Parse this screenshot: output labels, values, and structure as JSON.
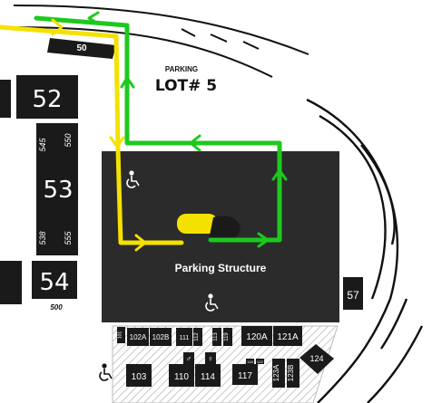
{
  "map": {
    "parking_lot": {
      "title": "PARKING",
      "number": "LOT# 5"
    },
    "structure_label": "Parking Structure",
    "lots": [
      {
        "id": "50"
      },
      {
        "id": "52"
      },
      {
        "id": "53",
        "side_numbers": [
          "545",
          "550",
          "538",
          "555"
        ]
      },
      {
        "id": "54",
        "sub_label": "500"
      },
      {
        "id": "57"
      }
    ],
    "rooms": [
      "101",
      "102A",
      "102B",
      "111",
      "112",
      "113",
      "119",
      "120A",
      "121A",
      "124",
      "103",
      "110",
      "114",
      "117",
      "118",
      "122",
      "123A",
      "123B"
    ],
    "icons": [
      "accessible-parking-icon",
      "restroom-icon"
    ],
    "routes": {
      "yellow_route_color": "#f5e100",
      "green_route_color": "#1ec81e",
      "structure_color": "#2b2b2b"
    }
  }
}
